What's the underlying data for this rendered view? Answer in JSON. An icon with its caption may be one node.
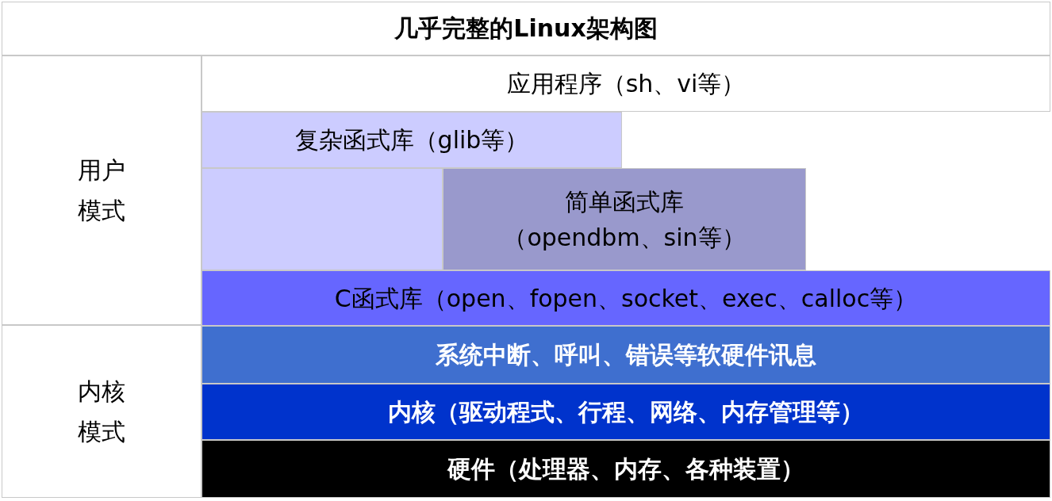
{
  "diagram": {
    "title": "几乎完整的Linux架构图",
    "nodes": [
      {
        "text": [
          "用户模式"
        ]
      },
      {
        "text": [
          "应用程序（sh、vi等）"
        ]
      },
      {
        "text": [
          "复杂函式库（glib等）"
        ]
      },
      {
        "text": [],
        "shape": "box"
      },
      {
        "text": [
          "简单函式库",
          "（opendbm、sin等）"
        ]
      },
      {
        "text": [
          "C函式库（open、fopen、socket、exec、calloc等）"
        ]
      },
      {
        "text": [
          "内核模式"
        ]
      },
      {
        "text": [
          "系统中断、呼叫、错误等软硬件讯息"
        ]
      },
      {
        "text": [
          "内核（驱动程式、行程、网络、内存管理等）"
        ]
      },
      {
        "text": [
          "硬件（处理器、内存、各种装置）"
        ]
      }
    ]
  }
}
